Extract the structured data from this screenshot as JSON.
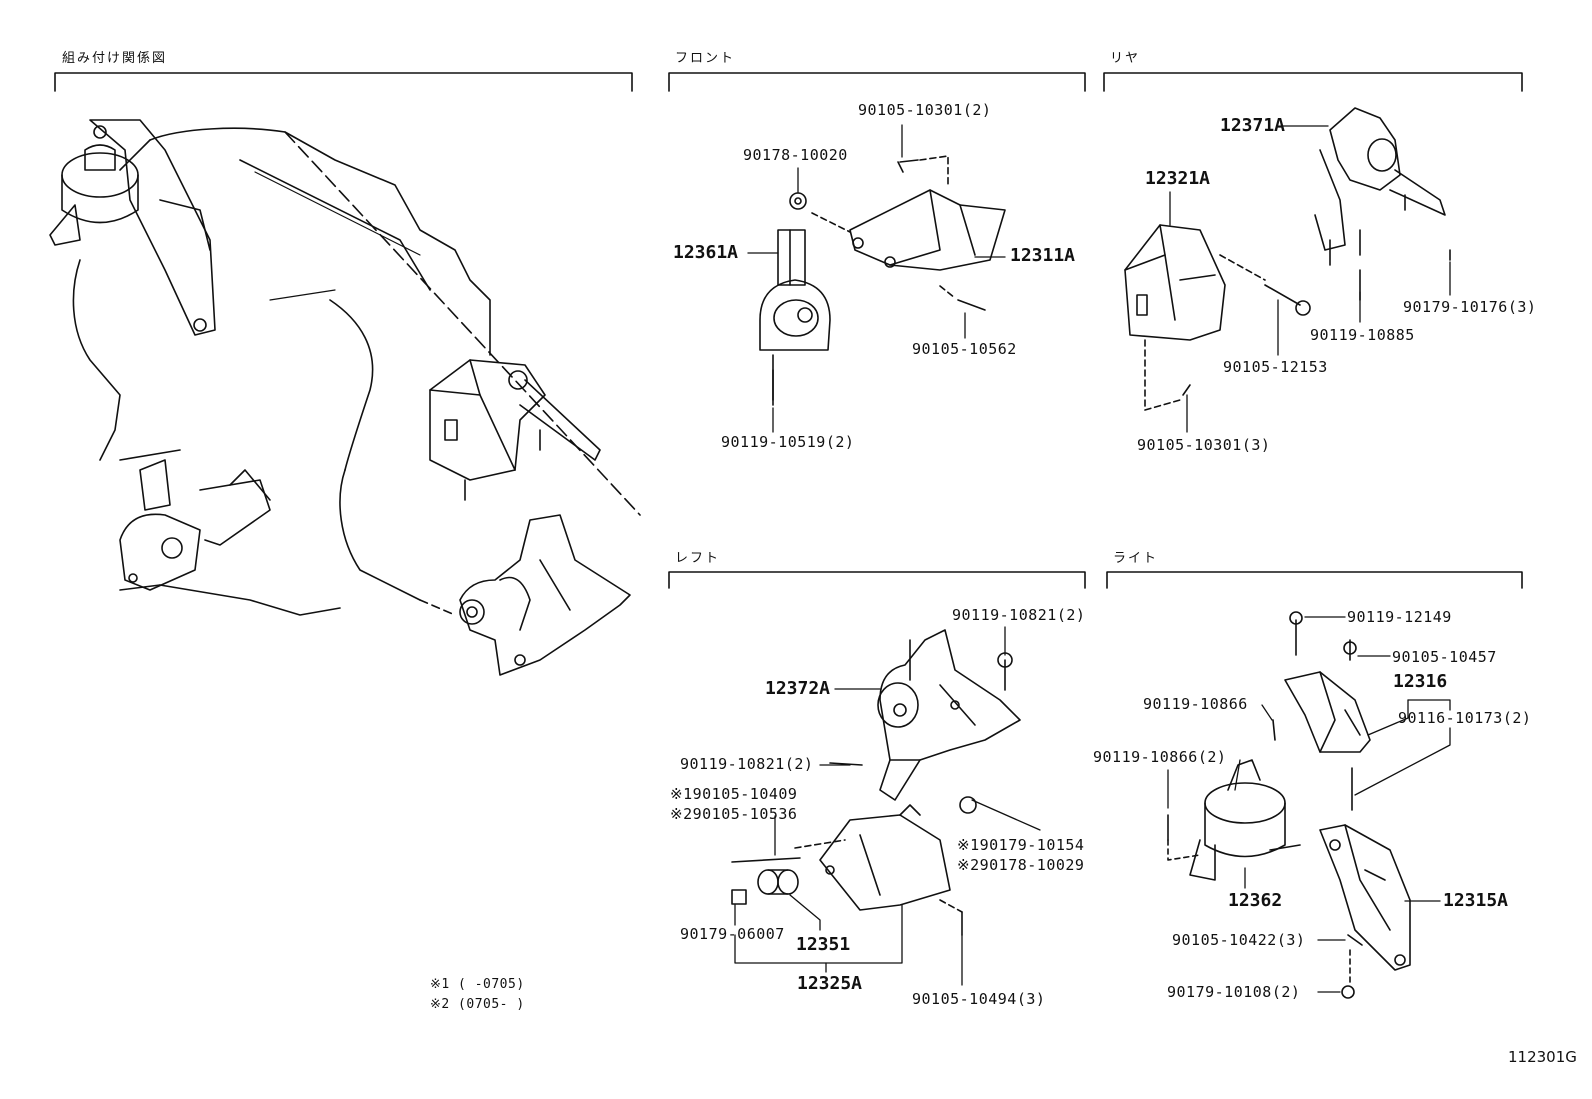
{
  "sections": {
    "assembly": "組み付け関係図",
    "front": "フロント",
    "rear": "リヤ",
    "left": "レフト",
    "right": "ライト"
  },
  "front": {
    "p12361A": "12361A",
    "p12311A": "12311A",
    "b90105_10301": "90105-10301(2)",
    "n90178_10020": "90178-10020",
    "b90105_10562": "90105-10562",
    "b90119_10519": "90119-10519(2)"
  },
  "rear": {
    "p12371A": "12371A",
    "p12321A": "12321A",
    "b90119_10885": "90119-10885",
    "n90179_10176": "90179-10176(3)",
    "b90105_12153": "90105-12153",
    "b90105_10301": "90105-10301(3)"
  },
  "left": {
    "p12372A": "12372A",
    "p12351": "12351",
    "p12325A": "12325A",
    "b90119_10821_top": "90119-10821(2)",
    "b90119_10821_mid": "90119-10821(2)",
    "b90105_10409": "※190105-10409",
    "b90105_10536": "※290105-10536",
    "n90179_10154": "※190179-10154",
    "n90178_10029": "※290178-10029",
    "n90179_06007": "90179-06007",
    "b90105_10494": "90105-10494(3)"
  },
  "right": {
    "p12316": "12316",
    "p12362": "12362",
    "p12315A": "12315A",
    "b90119_12149": "90119-12149",
    "b90105_10457": "90105-10457",
    "b90116_10173": "90116-10173(2)",
    "b90119_10866": "90119-10866",
    "b90119_10866_2": "90119-10866(2)",
    "b90105_10422": "90105-10422(3)",
    "n90179_10108": "90179-10108(2)"
  },
  "notes": {
    "n1": "※1 (     -0705)",
    "n2": "※2 (0705-     )"
  },
  "figure_code": "112301G"
}
